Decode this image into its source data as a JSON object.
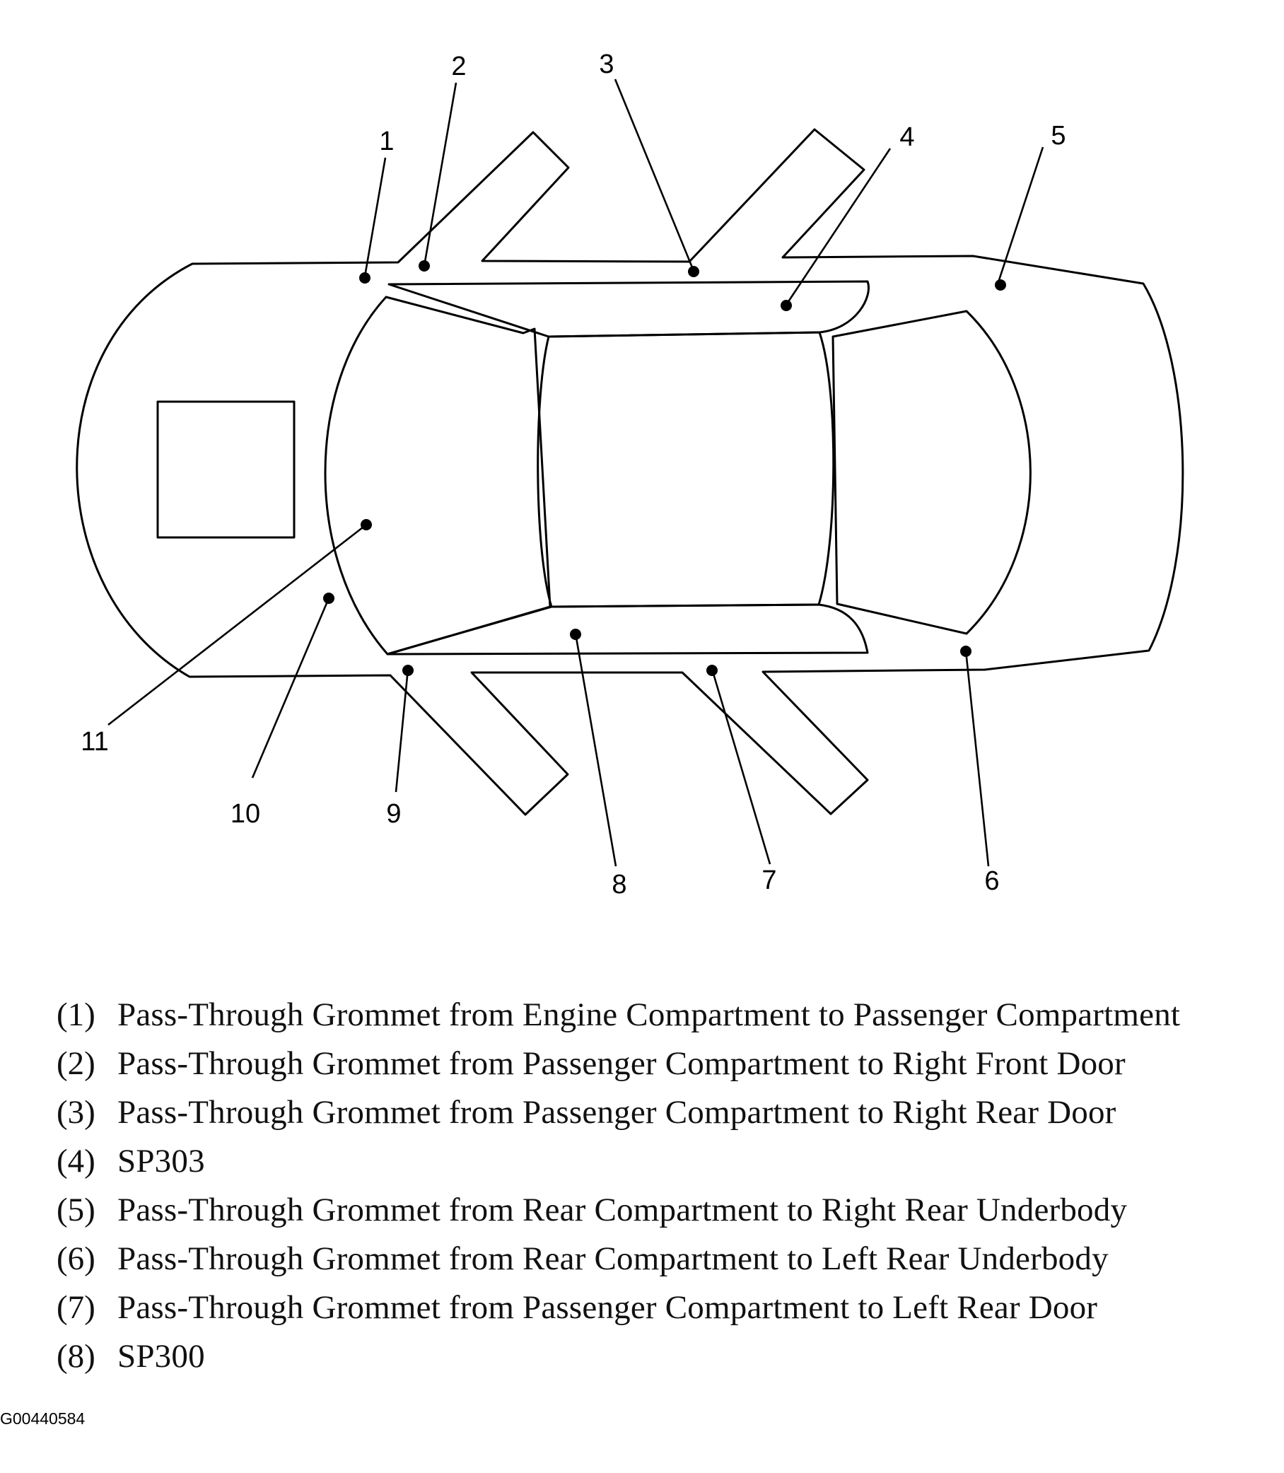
{
  "callouts": [
    {
      "num": "1"
    },
    {
      "num": "2"
    },
    {
      "num": "3"
    },
    {
      "num": "4"
    },
    {
      "num": "5"
    },
    {
      "num": "6"
    },
    {
      "num": "7"
    },
    {
      "num": "8"
    },
    {
      "num": "9"
    },
    {
      "num": "10"
    },
    {
      "num": "11"
    }
  ],
  "legend": [
    {
      "num": "(1)",
      "text": "Pass-Through Grommet from Engine Compartment to Passenger Compartment"
    },
    {
      "num": "(2)",
      "text": "Pass-Through Grommet from Passenger Compartment to Right Front Door"
    },
    {
      "num": "(3)",
      "text": "Pass-Through Grommet from Passenger Compartment to Right Rear Door"
    },
    {
      "num": "(4)",
      "text": "SP303"
    },
    {
      "num": "(5)",
      "text": "Pass-Through Grommet from Rear Compartment to Right Rear Underbody"
    },
    {
      "num": "(6)",
      "text": "Pass-Through Grommet from Rear Compartment to Left Rear Underbody"
    },
    {
      "num": "(7)",
      "text": "Pass-Through Grommet from Passenger Compartment to Left Rear Door"
    },
    {
      "num": "(8)",
      "text": "SP300"
    }
  ],
  "figure_id": "G00440584"
}
